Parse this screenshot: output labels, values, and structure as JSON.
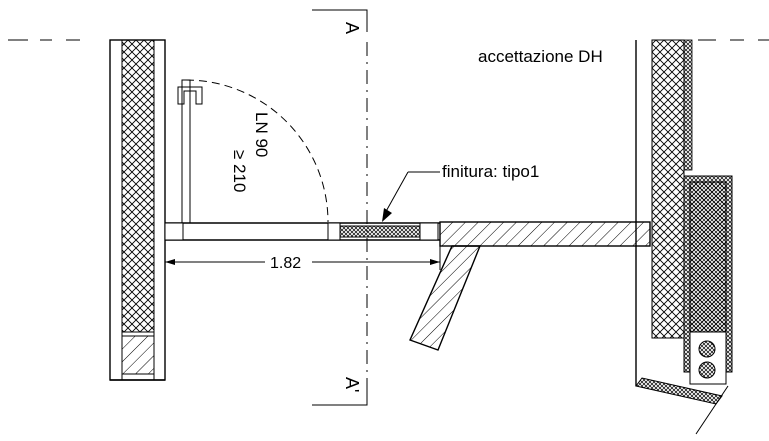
{
  "section_labels": {
    "top": "A",
    "bottom": "A'"
  },
  "annotations": {
    "room": "accettazione DH",
    "finish": "finitura: tipo1",
    "door_ln": "LN 90",
    "door_height": "≥ 210",
    "dimension": "1.82"
  }
}
